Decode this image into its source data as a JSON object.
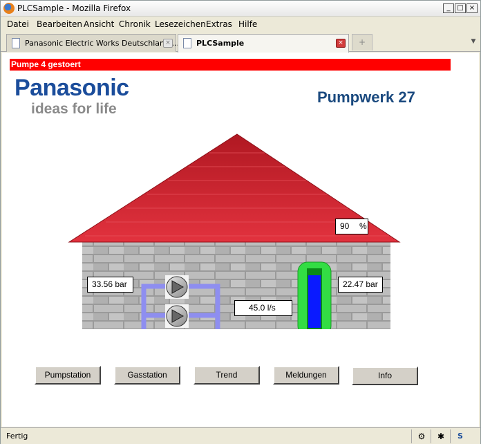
{
  "window": {
    "title": "PLCSample - Mozilla Firefox"
  },
  "menu": [
    "Datei",
    "Bearbeiten",
    "Ansicht",
    "Chronik",
    "Lesezeichen",
    "Extras",
    "Hilfe"
  ],
  "tabs": [
    {
      "label": "Panasonic Electric Works Deutschland ...",
      "active": false
    },
    {
      "label": "PLCSample",
      "active": true
    }
  ],
  "page": {
    "alarm_text": "Pumpe 4 gestoert",
    "logo_main": "Panasonic",
    "logo_sub": "ideas for life",
    "station_title": "Pumpwerk 27",
    "tank_level": {
      "value": "90",
      "unit": "%",
      "fraction": 0.9
    },
    "pressure_in": {
      "value": "33.56",
      "unit": "bar"
    },
    "pressure_out": {
      "value": "22.47",
      "unit": "bar"
    },
    "flow": {
      "value": "45.0",
      "unit": "l/s"
    },
    "buttons": [
      "Pumpstation",
      "Gasstation",
      "Trend",
      "Meldungen",
      "Info"
    ]
  },
  "status": {
    "text": "Fertig"
  },
  "colors": {
    "alarm": "#ff0000",
    "roof": "#c8202a",
    "pipe": "#8e8ef0",
    "tank": "#33dd44",
    "tank_fill": "#0a1aff"
  }
}
